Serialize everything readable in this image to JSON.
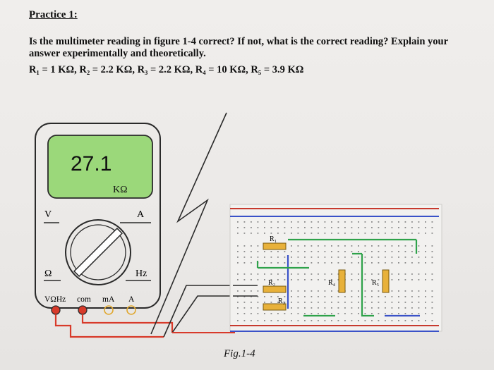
{
  "heading": "Practice 1:",
  "question": "Is the multimeter reading in figure 1-4 correct? If not, what is the correct reading? Explain your answer experimentally and theoretically.",
  "resistor_values": "R₁ = 1 KΩ, R₂ = 2.2 KΩ, R₃ = 2.2 KΩ, R₄ = 10 KΩ, R₅ = 3.9 KΩ",
  "multimeter": {
    "reading": "27.1",
    "unit": "KΩ",
    "dial_labels": {
      "v": "V",
      "a": "A",
      "ohm": "Ω",
      "hz": "Hz"
    },
    "ports": [
      "VΩHz",
      "com",
      "mA",
      "A"
    ]
  },
  "breadboard": {
    "labels": {
      "r1": "R₁",
      "r2": "R₂",
      "r3": "R₃",
      "r4": "R₄",
      "r5": "R₅"
    }
  },
  "caption": "Fig.1-4",
  "colors": {
    "lcd": "#9bd87a",
    "probe_red": "#d83a2a",
    "wire_blue": "#3a52c8",
    "wire_green": "#2ea24a",
    "resistor": "#e8b13a"
  }
}
